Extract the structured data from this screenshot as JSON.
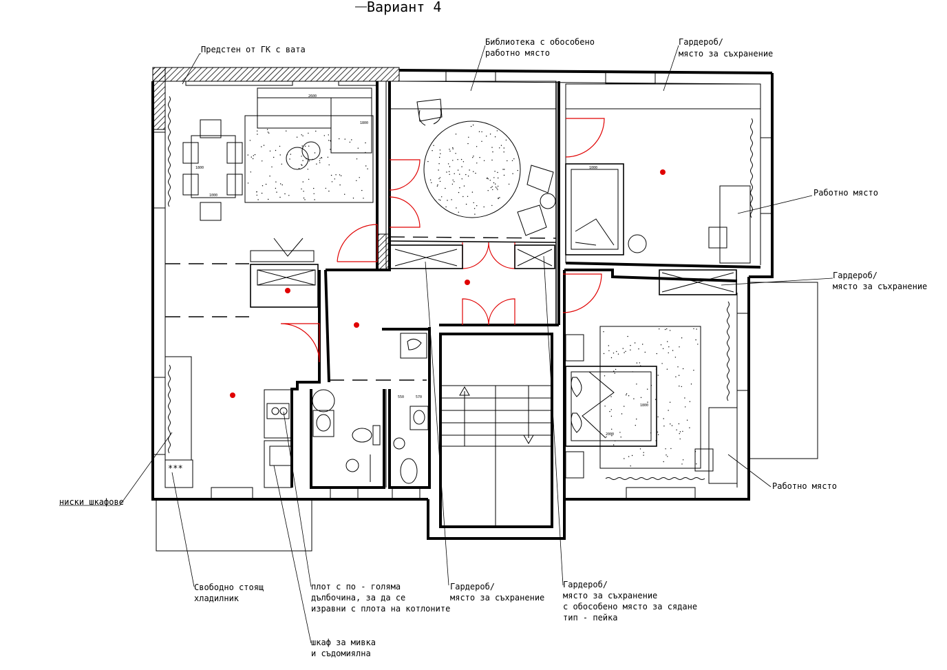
{
  "title": "Вариант 4",
  "labels": {
    "drywall": "Предстен от ГК с вата",
    "library_1": "Библиотека с обособено",
    "library_2": "работно място",
    "wardrobe_top_1": "Гардероб/",
    "wardrobe_top_2": "място за съхранение",
    "workplace_top": "Работно място",
    "wardrobe_mid_1": "Гардероб/",
    "wardrobe_mid_2": "място за съхранение",
    "workplace_bottom": "Работно място",
    "low_cabinets": "ниски шкафове",
    "fridge_1": "Свободно стоящ",
    "fridge_2": "хладилник",
    "counter_1": "плот с по - голяма",
    "counter_2": "дълбочина, за да се",
    "counter_3": "изравни с плота на котлоните",
    "sink_1": "шкаф за мивка",
    "sink_2": "и съдомиялна",
    "wardrobe_hall_1": "Гардероб/",
    "wardrobe_hall_2": "място за съхранение",
    "wardrobe_bench_1": "Гардероб/",
    "wardrobe_bench_2": "място за съхранение",
    "wardrobe_bench_3": "с обособено място за сядане",
    "wardrobe_bench_4": "тип - пейка"
  },
  "dimensions": {
    "sofa": "2600",
    "sofa_side": "1800",
    "table": "1000",
    "table_side": "1800",
    "bed_small": "1000",
    "bed_big": "2000",
    "bed_big_side": "1800",
    "small_1": "550",
    "small_2": "570"
  },
  "icons": {
    "fridge_glyph": "***"
  },
  "colors": {
    "door_swing": "#e00000",
    "light_point": "#e00000"
  }
}
